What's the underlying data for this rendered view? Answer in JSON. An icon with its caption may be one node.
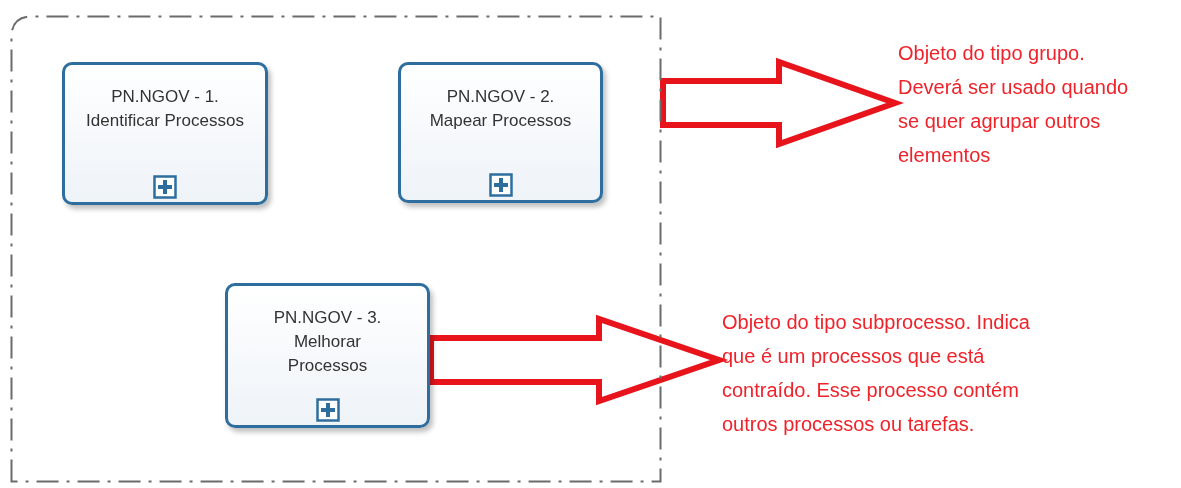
{
  "diagram": {
    "nodes": [
      {
        "text": [],
        "shape": "box"
      },
      {
        "text": [
          "PN.NGOV - 1. Identificar Processos"
        ],
        "in": 0
      },
      {
        "text": [
          "PN.NGOV - 2. Mapear Processos"
        ],
        "in": 0
      },
      {
        "text": [
          "PN.NGOV - 3. Melhorar Processos"
        ],
        "in": 0
      },
      {
        "text": [
          "Objeto do tipo grupo. Deverá ser usado quando se quer agrupar outros elementos"
        ]
      },
      {
        "text": [
          "Objeto do tipo subprocesso. Indica que é um processos que está contraído. Esse processo contém outros processos ou tarefas."
        ]
      }
    ],
    "edges": [
      {
        "from": 0,
        "to": 4,
        "arrow": "to",
        "style": "thick",
        "color": "#e8141c"
      },
      {
        "from": 3,
        "to": 5,
        "arrow": "to",
        "style": "thick",
        "color": "#e8141c"
      }
    ]
  }
}
